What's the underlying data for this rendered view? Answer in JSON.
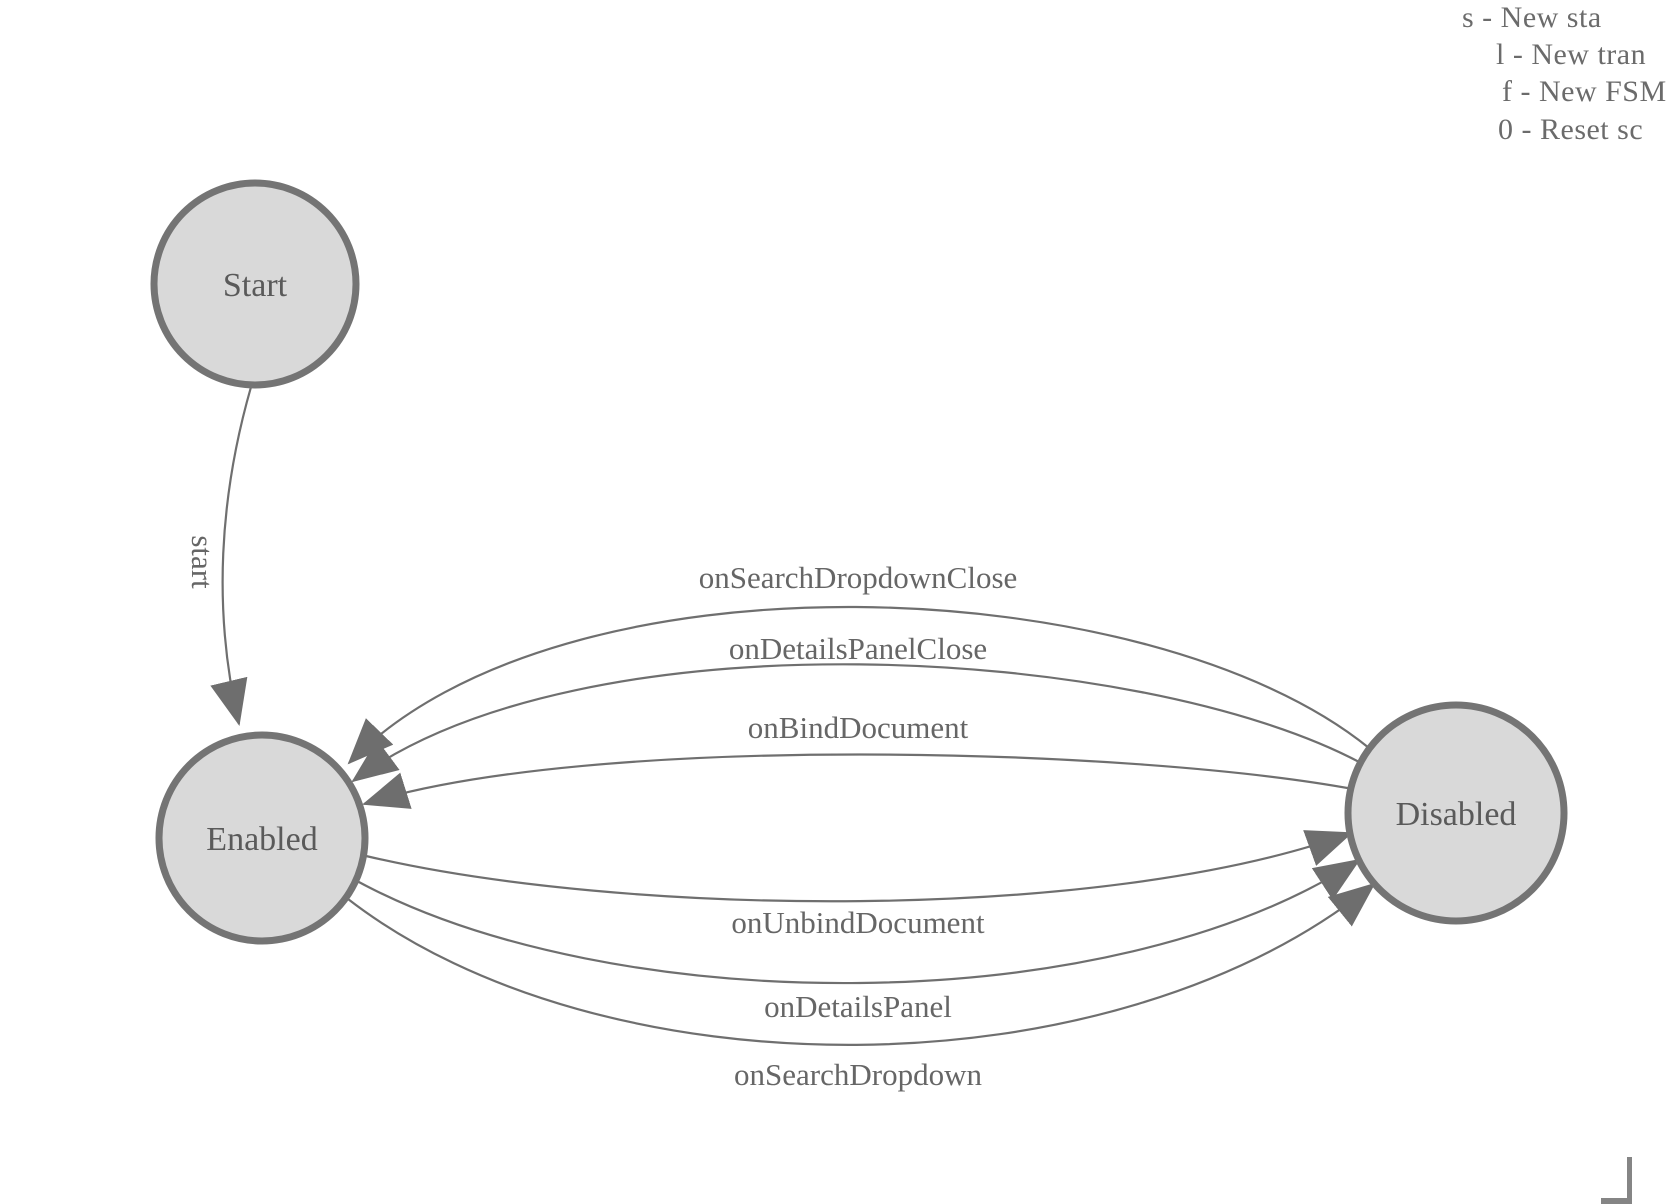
{
  "colors": {
    "state_fill": "#d9d9d9",
    "state_stroke": "#747474",
    "edge_stroke": "#6f6f6f",
    "arrow_fill": "#6e6e6e",
    "label_text": "#666666",
    "legend_text": "#6b6b6b"
  },
  "legend": {
    "lines": [
      {
        "text": "s - New sta"
      },
      {
        "text": "l - New tran"
      },
      {
        "text": "f - New FSM"
      },
      {
        "text": "0 - Reset sc"
      }
    ]
  },
  "diagram": {
    "states": [
      {
        "id": "start",
        "label": "Start"
      },
      {
        "id": "enabled",
        "label": "Enabled"
      },
      {
        "id": "disabled",
        "label": "Disabled"
      }
    ],
    "transitions": [
      {
        "label": "start",
        "from": "Start",
        "to": "Enabled"
      },
      {
        "label": "onSearchDropdownClose",
        "from": "Disabled",
        "to": "Enabled"
      },
      {
        "label": "onDetailsPanelClose",
        "from": "Disabled",
        "to": "Enabled"
      },
      {
        "label": "onBindDocument",
        "from": "Disabled",
        "to": "Enabled"
      },
      {
        "label": "onUnbindDocument",
        "from": "Enabled",
        "to": "Disabled"
      },
      {
        "label": "onDetailsPanel",
        "from": "Enabled",
        "to": "Disabled"
      },
      {
        "label": "onSearchDropdown",
        "from": "Enabled",
        "to": "Disabled"
      }
    ]
  }
}
